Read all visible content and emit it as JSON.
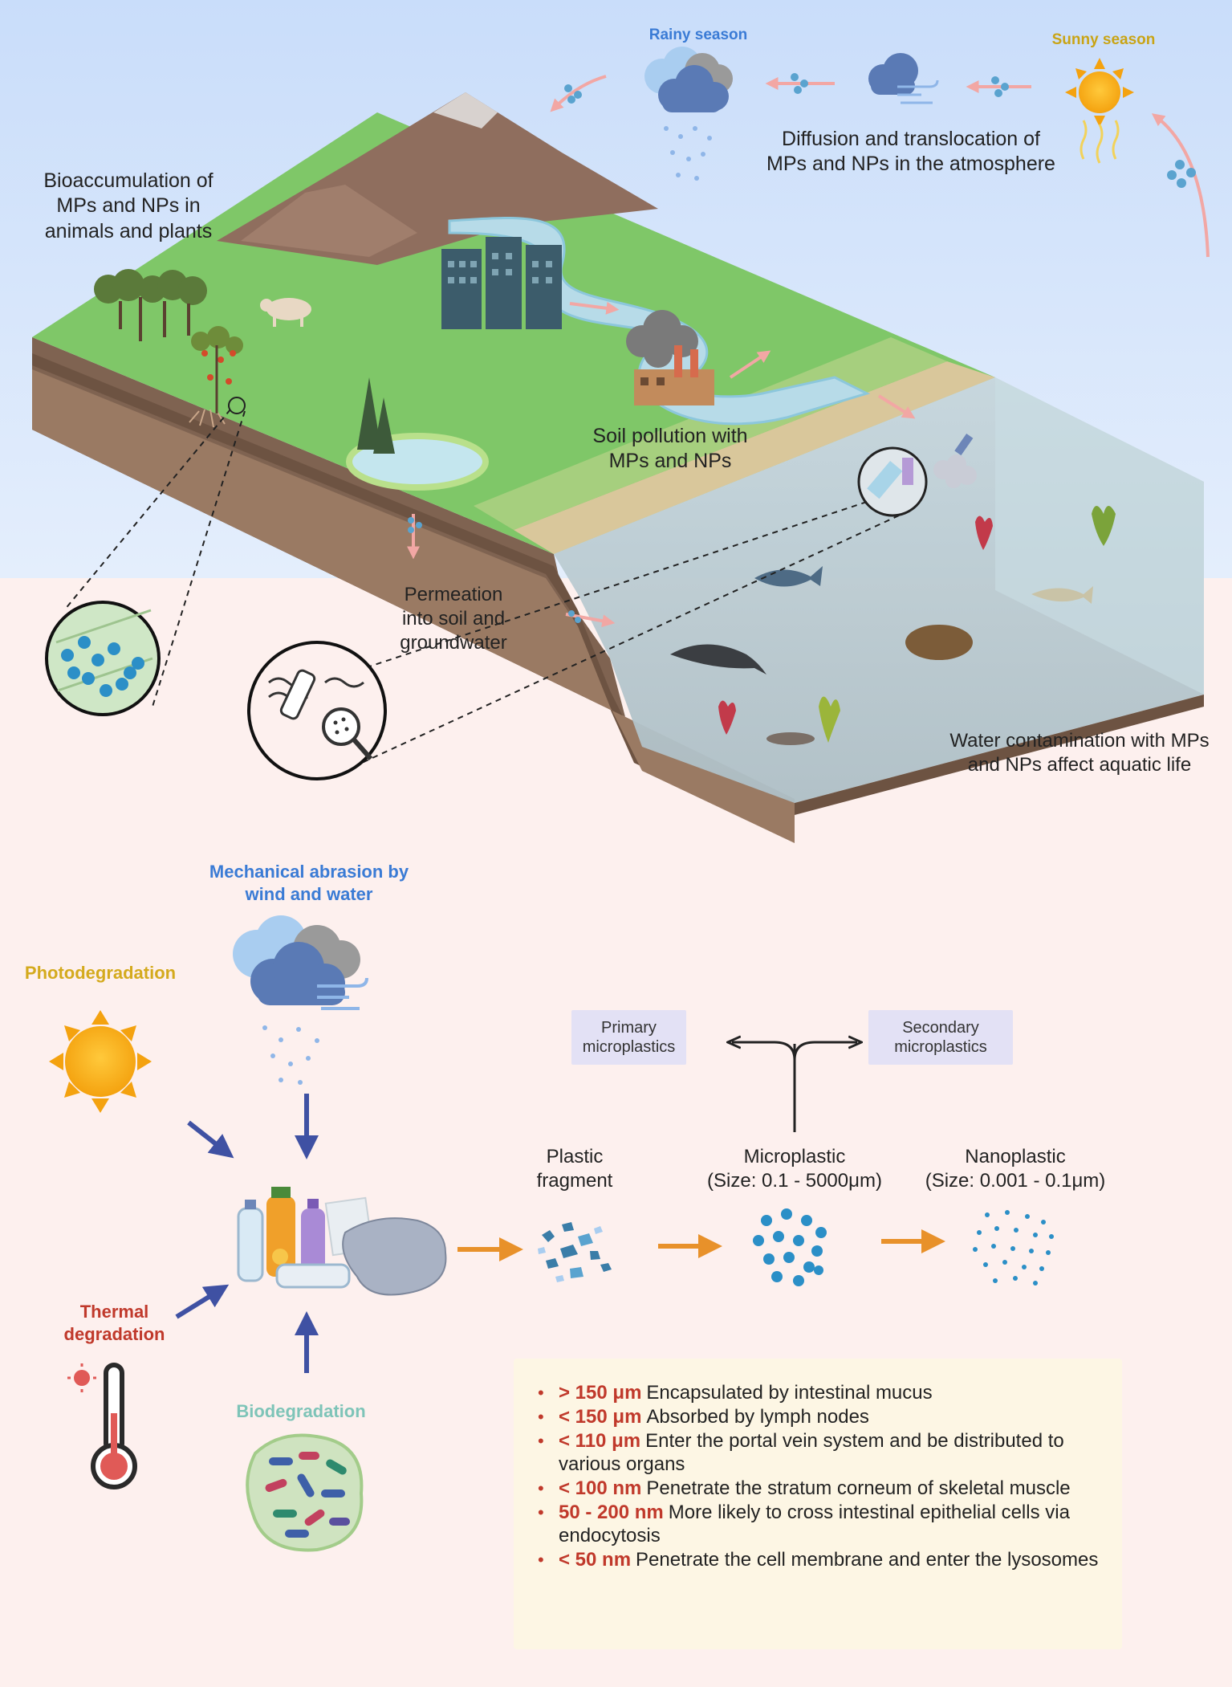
{
  "top_labels": {
    "rainy_season": "Rainy season",
    "sunny_season": "Sunny season",
    "atmosphere": "Diffusion and translocation of MPs and NPs in the atmosphere",
    "bioaccumulation": "Bioaccumulation of MPs and NPs in animals and plants",
    "soil_pollution": "Soil pollution with MPs and NPs",
    "permeation": "Permeation into soil and groundwater",
    "water_contamination": "Water contamination with MPs and NPs affect aquatic life"
  },
  "degradation": {
    "mechanical": "Mechanical abrasion by wind and water",
    "photo": "Photodegradation",
    "thermal": "Thermal degradation",
    "bio": "Biodegradation"
  },
  "classification": {
    "primary": "Primary microplastics",
    "secondary": "Secondary microplastics"
  },
  "stages": {
    "fragment": "Plastic fragment",
    "micro_name": "Microplastic",
    "micro_size": "(Size: 0.1 - 5000μm)",
    "nano_name": "Nanoplastic",
    "nano_size": "(Size: 0.001 - 0.1μm)"
  },
  "effects": [
    {
      "size": "> 150 μm",
      "text": "Encapsulated by intestinal mucus"
    },
    {
      "size": "< 150 μm",
      "text": "Absorbed by lymph nodes"
    },
    {
      "size": "< 110 μm",
      "text": "Enter the portal vein system and be distributed to various organs"
    },
    {
      "size": "< 100 nm",
      "text": "Penetrate the stratum corneum of skeletal muscle"
    },
    {
      "size": "50 - 200 nm",
      "text": "More likely to cross intestinal epithelial cells via endocytosis"
    },
    {
      "size": "< 50 nm",
      "text": "Penetrate the cell membrane and enter the lysosomes"
    }
  ],
  "colors": {
    "sky": "#d6e6fb",
    "grass": "#7fc768",
    "soil": "#9a7a63",
    "water": "#b9ccd4",
    "river": "#b7dbe8",
    "rainy_label": "#3a7bd5",
    "sunny_label": "#c9a415",
    "photo_label": "#d4aa1d",
    "thermal_label": "#c0392b",
    "bio_label": "#7ec4b8",
    "particle": "#2b8fc7",
    "arrow_orange": "#e8912a",
    "arrow_blue": "#3f51a3"
  }
}
